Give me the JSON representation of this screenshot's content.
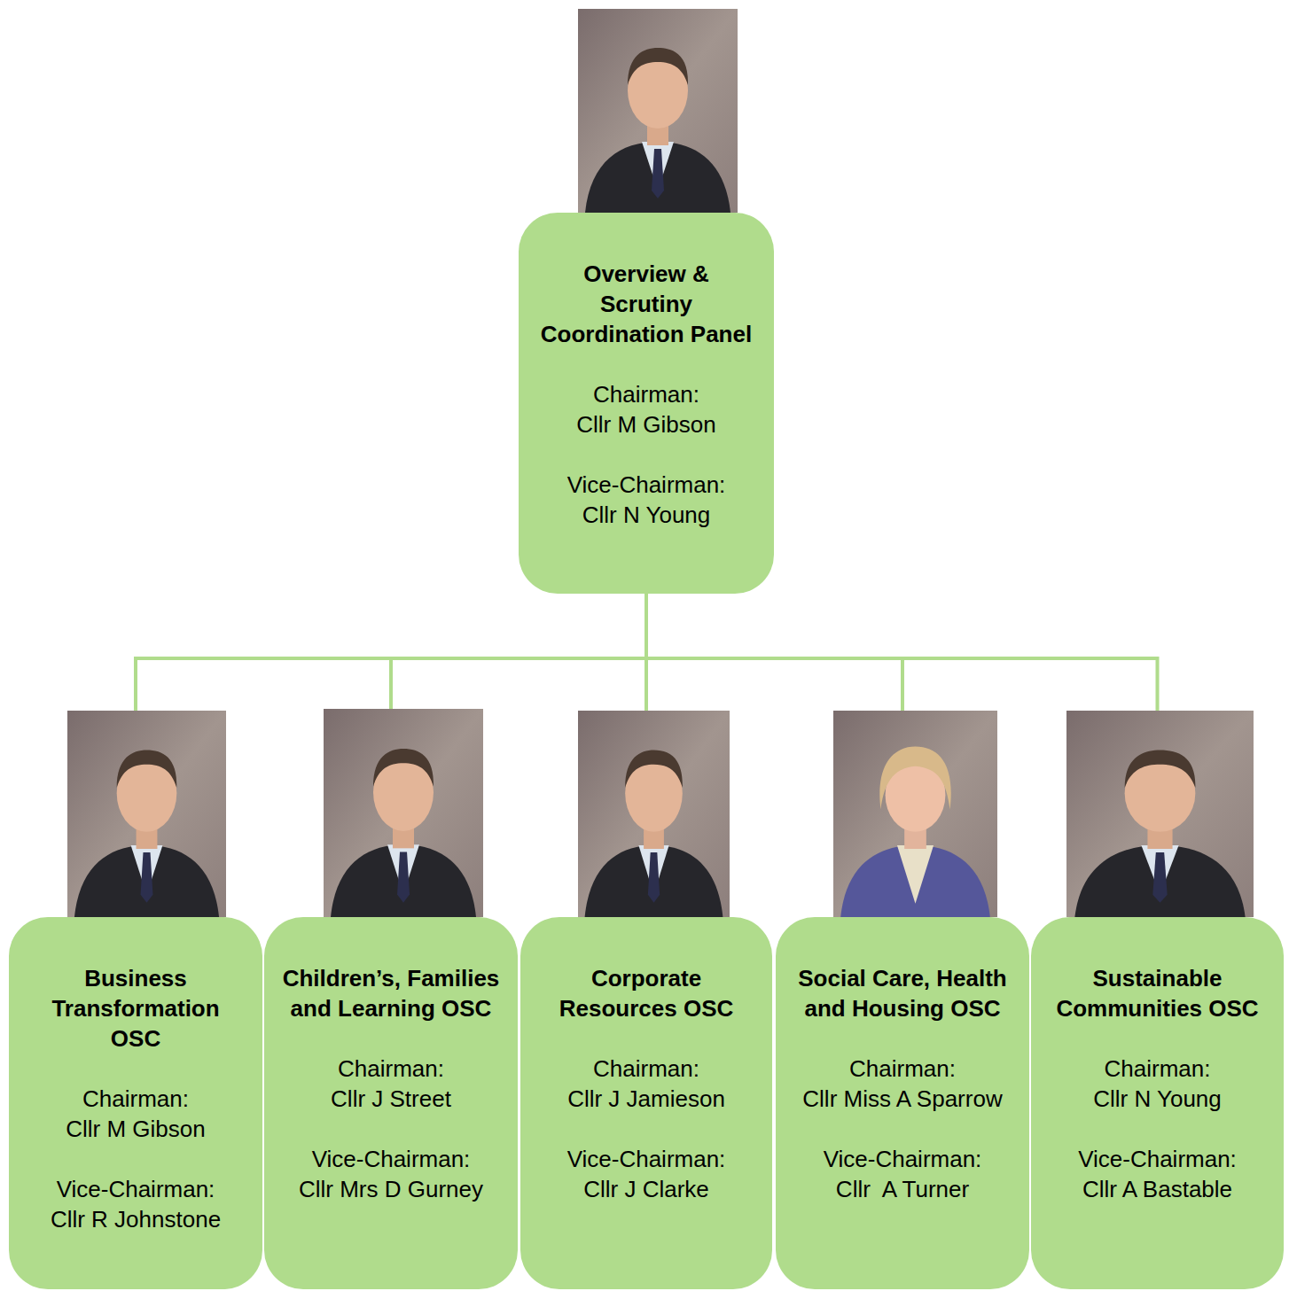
{
  "diagram": {
    "nodes": [
      {
        "text": [
          "Overview & Scrutiny Coordination Panel",
          "Chairman:",
          "Cllr M Gibson",
          "Vice-Chairman:",
          "Cllr N Young"
        ]
      },
      {
        "text": [
          "Business Transformation OSC",
          "Chairman:",
          "Cllr M Gibson",
          "Vice-Chairman:",
          "Cllr R Johnstone"
        ]
      },
      {
        "text": [
          "Children’s, Families and Learning OSC",
          "Chairman:",
          "Cllr J Street",
          "Vice-Chairman:",
          "Cllr Mrs D Gurney"
        ]
      },
      {
        "text": [
          "Corporate Resources OSC",
          "Chairman:",
          "Cllr J Jamieson",
          "Vice-Chairman:",
          "Cllr J Clarke"
        ]
      },
      {
        "text": [
          "Social Care, Health and Housing OSC",
          "Chairman:",
          "Cllr Miss A Sparrow",
          "Vice-Chairman:",
          "Cllr  A Turner"
        ]
      },
      {
        "text": [
          "Sustainable Communities OSC",
          "Chairman:",
          "Cllr N Young",
          "Vice-Chairman:",
          "Cllr A Bastable"
        ]
      }
    ],
    "edges": [
      {
        "from": 0,
        "to": 1,
        "arrow": "none"
      },
      {
        "from": 0,
        "to": 2,
        "arrow": "none"
      },
      {
        "from": 0,
        "to": 3,
        "arrow": "none"
      },
      {
        "from": 0,
        "to": 4,
        "arrow": "none"
      },
      {
        "from": 0,
        "to": 5,
        "arrow": "none"
      }
    ]
  }
}
